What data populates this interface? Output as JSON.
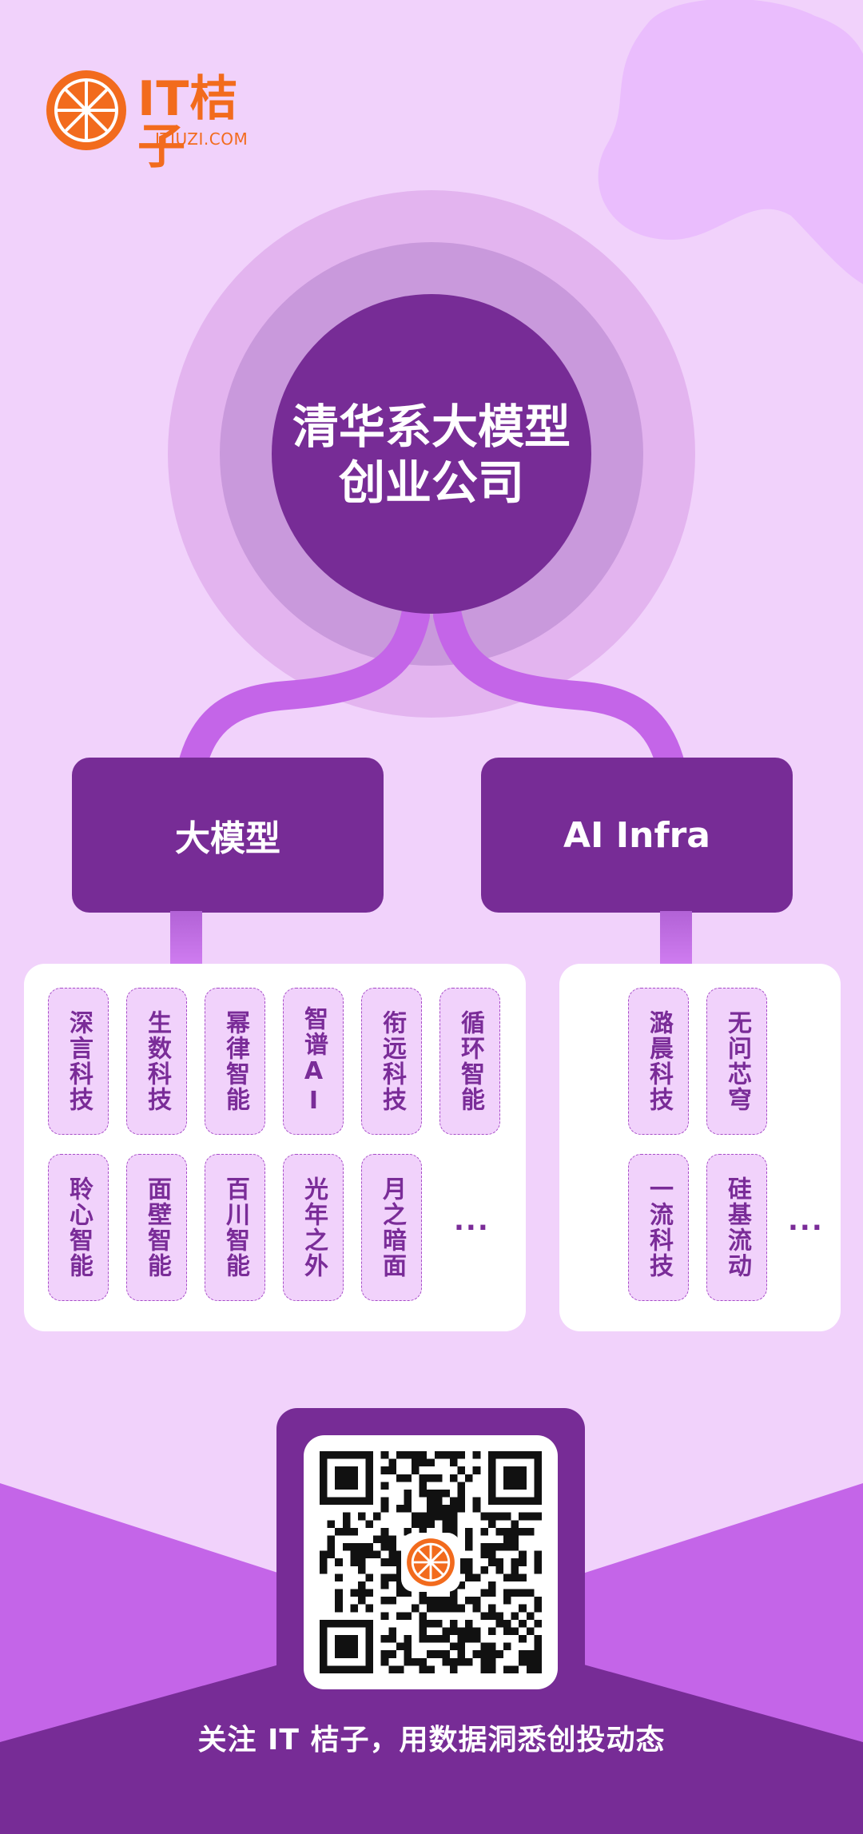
{
  "brand": {
    "name": "IT桔子",
    "domain": "ITJUZI.COM",
    "logo_icon": "orange-slice-icon",
    "color": "#f26b1d"
  },
  "center": {
    "line1": "清华系大模型",
    "line2": "创业公司"
  },
  "categories": [
    {
      "title": "大模型",
      "companies": [
        "深言科技",
        "生数科技",
        "幂律智能",
        "智谱AI",
        "衔远科技",
        "循环智能",
        "聆心智能",
        "面壁智能",
        "百川智能",
        "光年之外",
        "月之暗面"
      ],
      "more": "..."
    },
    {
      "title": "AI Infra",
      "companies": [
        "潞晨科技",
        "无问芯穹",
        "一流科技",
        "硅基流动"
      ],
      "more": "..."
    }
  ],
  "footer": {
    "text": "关注 IT 桔子，用数据洞悉创投动态",
    "qr_icon": "qr-code-icon"
  },
  "colors": {
    "background": "#f1d2fb",
    "primary_purple": "#772c96",
    "light_purple": "#c465e8",
    "tag_text": "#7a2c98"
  }
}
